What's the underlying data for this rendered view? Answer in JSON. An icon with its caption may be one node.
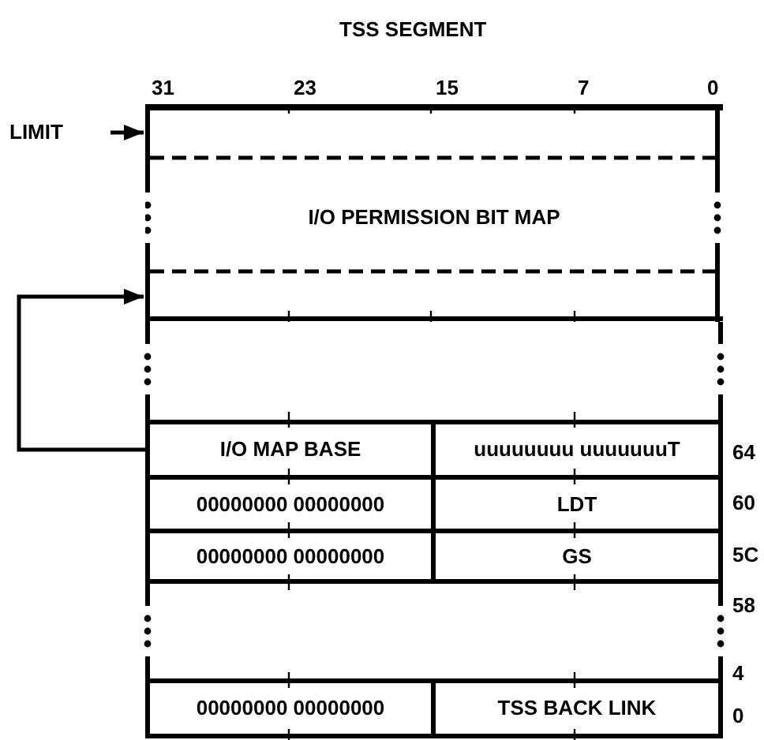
{
  "diagram": {
    "title": "TSS SEGMENT",
    "nodes": [
      {
        "text": [
          "LIMIT"
        ]
      },
      {
        "text": [
          "I/O PERMISSION BIT MAP"
        ]
      },
      {
        "text": [
          "I/O MAP BASE"
        ]
      },
      {
        "text": [
          "uuuuuuuu uuuuuuuT"
        ]
      },
      {
        "text": [
          "00000000 00000000"
        ]
      },
      {
        "text": [
          "LDT"
        ]
      },
      {
        "text": [
          "00000000 00000000"
        ]
      },
      {
        "text": [
          "GS"
        ]
      },
      {
        "text": [
          "00000000 00000000"
        ]
      },
      {
        "text": [
          "TSS BACK LINK"
        ]
      }
    ],
    "edges": [
      {
        "from": 0,
        "to": 1,
        "arrow": "to"
      },
      {
        "from": 2,
        "to": 1,
        "arrow": "to"
      }
    ],
    "labels": [
      "31",
      "23",
      "15",
      "7",
      "0",
      "64",
      "60",
      "5C",
      "58",
      "4",
      "0"
    ]
  }
}
